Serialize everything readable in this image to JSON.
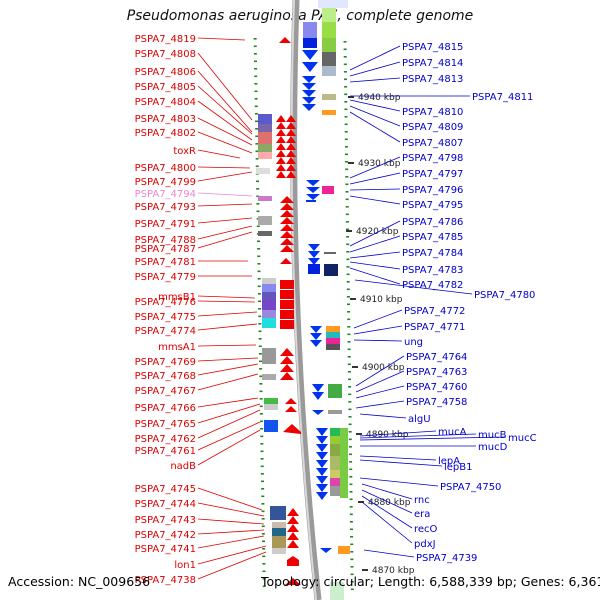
{
  "title": "Pseudomonas aeruginosa PA7, complete genome",
  "accession": "Accession: NC_009656",
  "summary": "Topology: circular; Length: 6,588,339 bp; Genes: 6,361",
  "colors": {
    "left_label": "#dd0000",
    "right_label": "#0000cc",
    "highlight_label": "#ee88cc",
    "tick": "#228822"
  },
  "kbp_ticks": [
    "4940 kbp",
    "4930 kbp",
    "4920 kbp",
    "4910 kbp",
    "4900 kbp",
    "4890 kbp",
    "4880 kbp",
    "4870 kbp"
  ],
  "left_genes": [
    "PSPA7_4819",
    "PSPA7_4808",
    "PSPA7_4806",
    "PSPA7_4805",
    "PSPA7_4804",
    "PSPA7_4803",
    "PSPA7_4802",
    "toxR",
    "PSPA7_4800",
    "PSPA7_4799",
    "PSPA7_4794",
    "PSPA7_4793",
    "PSPA7_4791",
    "PSPA7_4788",
    "PSPA7_4787",
    "PSPA7_4781",
    "PSPA7_4779",
    "mmsB1",
    "PSPA7_4776",
    "PSPA7_4775",
    "PSPA7_4774",
    "mmsA1",
    "PSPA7_4769",
    "PSPA7_4768",
    "PSPA7_4767",
    "PSPA7_4766",
    "PSPA7_4765",
    "PSPA7_4762",
    "PSPA7_4761",
    "nadB",
    "PSPA7_4745",
    "PSPA7_4744",
    "PSPA7_4743",
    "PSPA7_4742",
    "PSPA7_4741",
    "lon1",
    "PSPA7_4738"
  ],
  "right_genes": [
    "PSPA7_4815",
    "PSPA7_4814",
    "PSPA7_4813",
    "PSPA7_4811",
    "PSPA7_4810",
    "PSPA7_4809",
    "PSPA7_4807",
    "PSPA7_4798",
    "PSPA7_4797",
    "PSPA7_4796",
    "PSPA7_4795",
    "PSPA7_4786",
    "PSPA7_4785",
    "PSPA7_4784",
    "PSPA7_4783",
    "PSPA7_4782",
    "PSPA7_4780",
    "PSPA7_4772",
    "PSPA7_4771",
    "ung",
    "PSPA7_4764",
    "PSPA7_4763",
    "PSPA7_4760",
    "PSPA7_4758",
    "algU",
    "mucA",
    "mucB",
    "mucC",
    "mucD",
    "lepA",
    "lepB1",
    "PSPA7_4750",
    "rnc",
    "era",
    "recO",
    "pdxJ",
    "PSPA7_4739"
  ]
}
